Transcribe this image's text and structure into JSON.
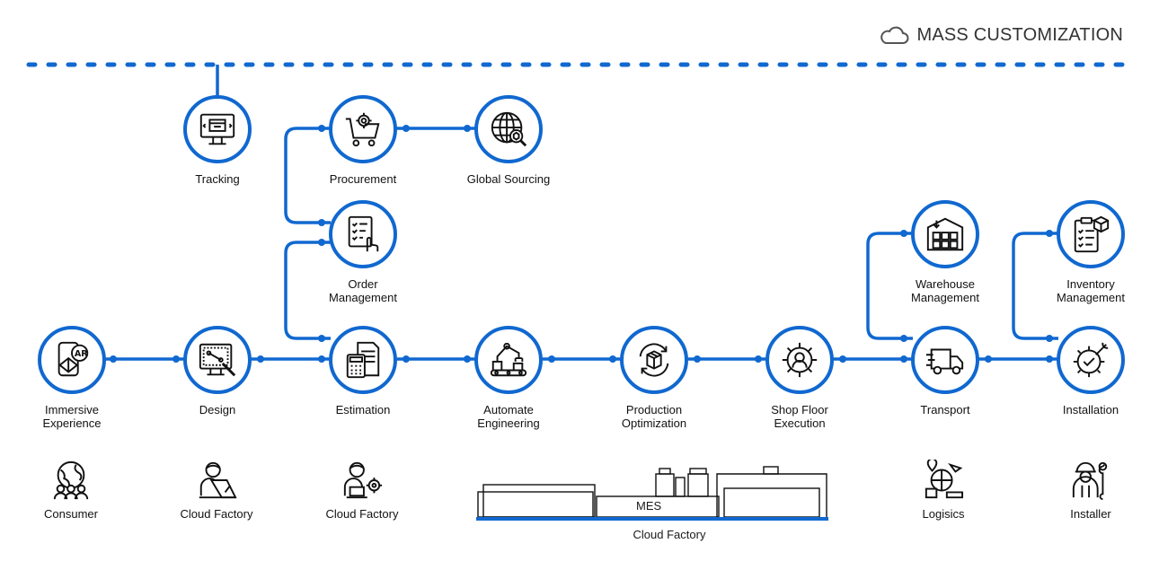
{
  "header": {
    "title": "MASS CUSTOMIZATION",
    "icon": "cloud-icon"
  },
  "accent_color": "#1068d0",
  "nodes": {
    "tracking": {
      "label": "Tracking",
      "icon": "monitor-icon"
    },
    "procurement": {
      "label": "Procurement",
      "icon": "cart-gear-icon"
    },
    "global_sourcing": {
      "label": "Global Sourcing",
      "icon": "globe-search-icon"
    },
    "order_management": {
      "label": "Order\nManagement",
      "icon": "checklist-hand-icon"
    },
    "immersive_experience": {
      "label": "Immersive\nExperience",
      "icon": "ar-phone-icon"
    },
    "design": {
      "label": "Design",
      "icon": "design-monitor-icon"
    },
    "estimation": {
      "label": "Estimation",
      "icon": "calculator-document-icon"
    },
    "automate_engineering": {
      "label": "Automate\nEngineering",
      "icon": "robot-arm-icon"
    },
    "production_optimization": {
      "label": "Production\nOptimization",
      "icon": "box-cycle-icon"
    },
    "shop_floor_execution": {
      "label": "Shop Floor\nExecution",
      "icon": "gear-worker-icon"
    },
    "transport": {
      "label": "Transport",
      "icon": "truck-icon"
    },
    "warehouse_management": {
      "label": "Warehouse\nManagement",
      "icon": "warehouse-icon"
    },
    "inventory_management": {
      "label": "Inventory\nManagement",
      "icon": "clipboard-box-icon"
    },
    "installation": {
      "label": "Installation",
      "icon": "gear-wrench-icon"
    }
  },
  "actors": {
    "consumer": {
      "label": "Consumer",
      "icon": "globe-people-icon"
    },
    "cloud_factory_1": {
      "label": "Cloud Factory",
      "icon": "person-laptop-icon"
    },
    "cloud_factory_2": {
      "label": "Cloud Factory",
      "icon": "person-laptop-gear-icon"
    },
    "logistics": {
      "label": "Logisics",
      "icon": "logistics-icon"
    },
    "installer": {
      "label": "Installer",
      "icon": "worker-wrench-icon"
    }
  },
  "factory": {
    "mes_label": "MES",
    "label": "Cloud Factory"
  }
}
